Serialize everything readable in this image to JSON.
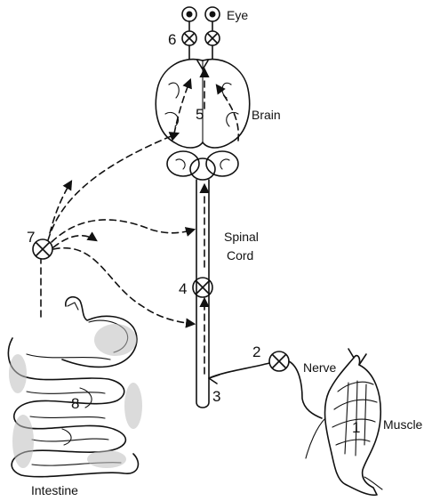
{
  "labels": {
    "eye": "Eye",
    "brain": "Brain",
    "spinal_cord_line1": "Spinal",
    "spinal_cord_line2": "Cord",
    "nerve": "Nerve",
    "muscle": "Muscle",
    "intestine": "Intestine"
  },
  "sites": {
    "muscle": "1",
    "nerve": "2",
    "nerve_root": "3",
    "spinal_cord": "4",
    "brain": "5",
    "eye": "6",
    "autonomic": "7",
    "intestine": "8"
  }
}
